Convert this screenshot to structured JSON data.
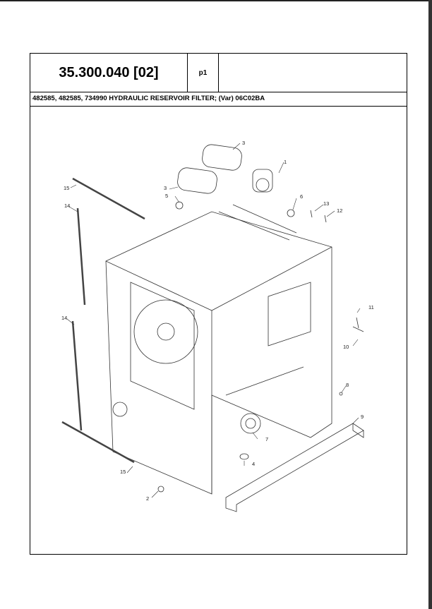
{
  "header": {
    "section_code": "35.300.040 [02]",
    "page_label": "p1",
    "description": "482585, 482585, 734990 HYDRAULIC RESERVOIR FILTER; (Var) 06C02BA"
  },
  "diagram": {
    "callouts": [
      "1",
      "2",
      "3",
      "3",
      "4",
      "5",
      "6",
      "7",
      "8",
      "9",
      "10",
      "11",
      "12",
      "13",
      "14",
      "14",
      "15",
      "15"
    ]
  }
}
